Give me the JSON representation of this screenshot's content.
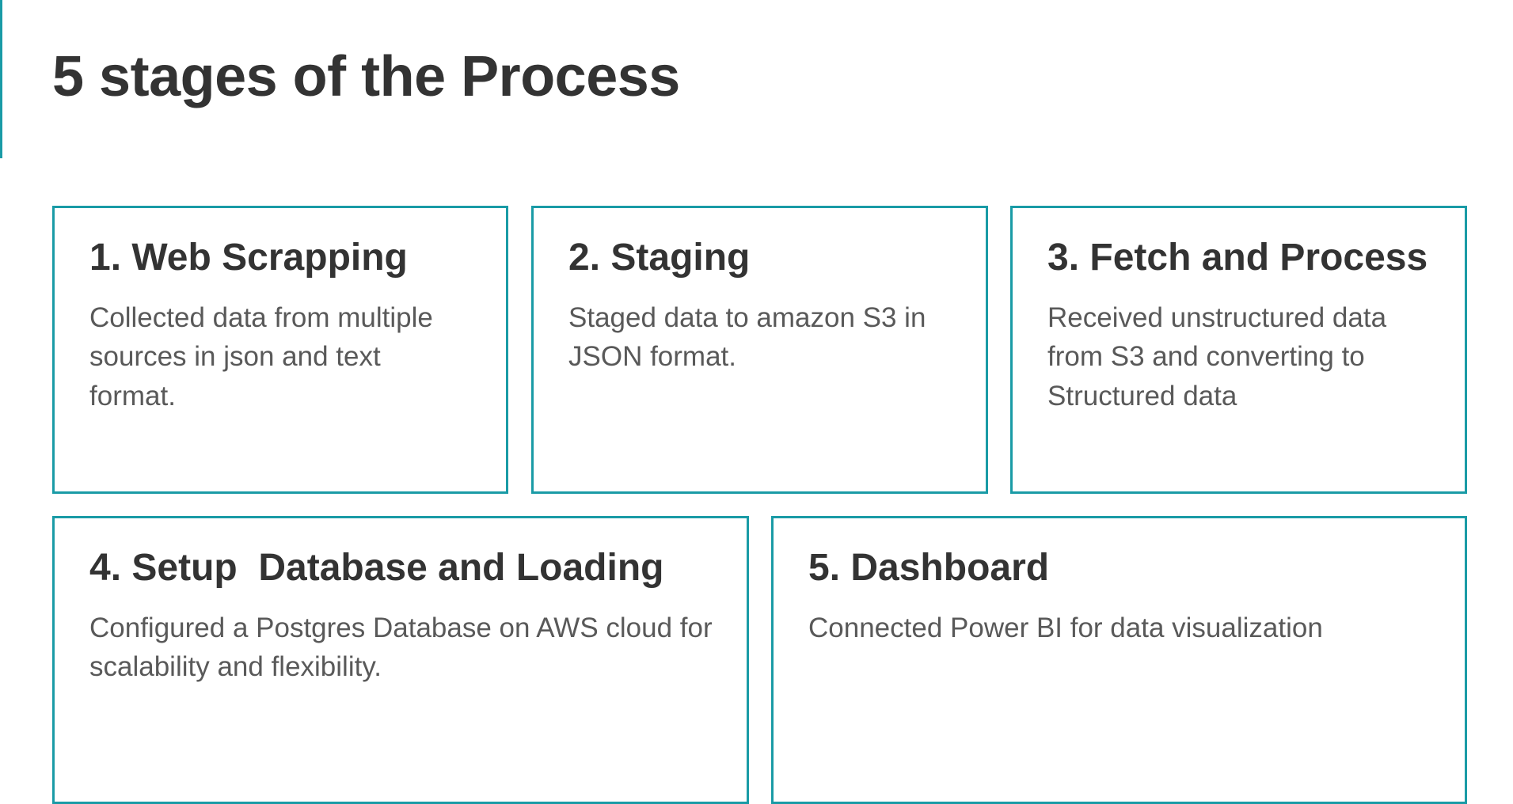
{
  "title": "5 stages of the Process",
  "colors": {
    "accent": "#1a9ba6",
    "heading": "#333333",
    "body_text": "#595959",
    "background": "#ffffff"
  },
  "stages": [
    {
      "title": "1. Web Scrapping",
      "description": "Collected data from multiple sources in json and text format."
    },
    {
      "title": "2. Staging",
      "description": "Staged data to amazon S3 in JSON format."
    },
    {
      "title": "3. Fetch and Process",
      "description": "Received unstructured data from S3 and converting to Structured data"
    },
    {
      "title": "4. Setup  Database and Loading",
      "description": "Configured a Postgres Database on AWS cloud for scalability and flexibility."
    },
    {
      "title": "5. Dashboard",
      "description": "Connected Power BI for data visualization"
    }
  ]
}
